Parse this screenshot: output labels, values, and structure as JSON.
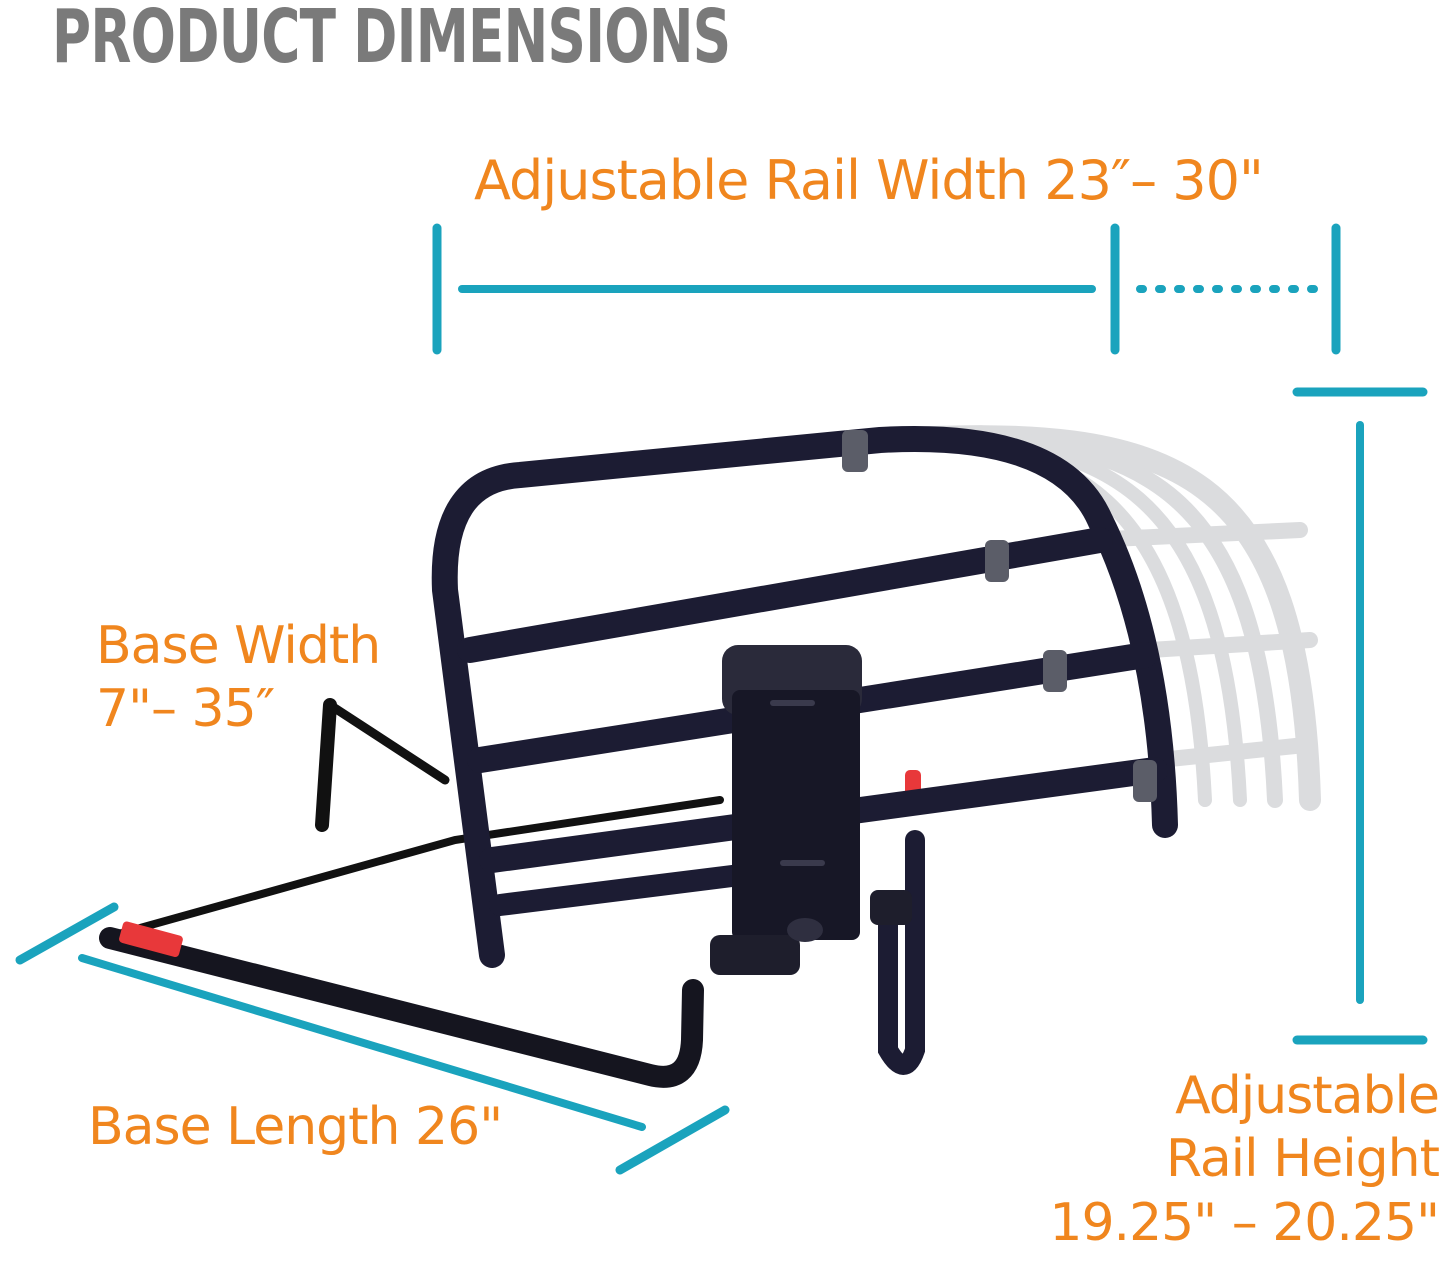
{
  "title": "PRODUCT DIMENSIONS",
  "colors": {
    "title": "#7a7a7a",
    "label": "#f0861e",
    "dimension_line": "#1aa3bd",
    "rail_metal": "#1c1c33",
    "ghost_rail": "#c9cbce",
    "sleeve": "#5b5d68",
    "latch": "#e8383a",
    "background": "#ffffff"
  },
  "dimensions": {
    "rail_width": {
      "label": "Adjustable Rail Width 23″– 30\"",
      "min": "23\"",
      "max": "30\""
    },
    "base_width": {
      "line1": "Base Width",
      "line2": "7\"– 35″",
      "min": "7\"",
      "max": "35\""
    },
    "base_length": {
      "label": "Base Length 26\"",
      "value": "26\""
    },
    "rail_height": {
      "line1": "Adjustable",
      "line2": "Rail Height",
      "line3": "19.25\" – 20.25\"",
      "min": "19.25\"",
      "max": "20.25\""
    }
  },
  "product": {
    "name": "adjustable bed rail",
    "icons": [
      "bed-rail-illustration",
      "dimension-line-icon"
    ]
  }
}
